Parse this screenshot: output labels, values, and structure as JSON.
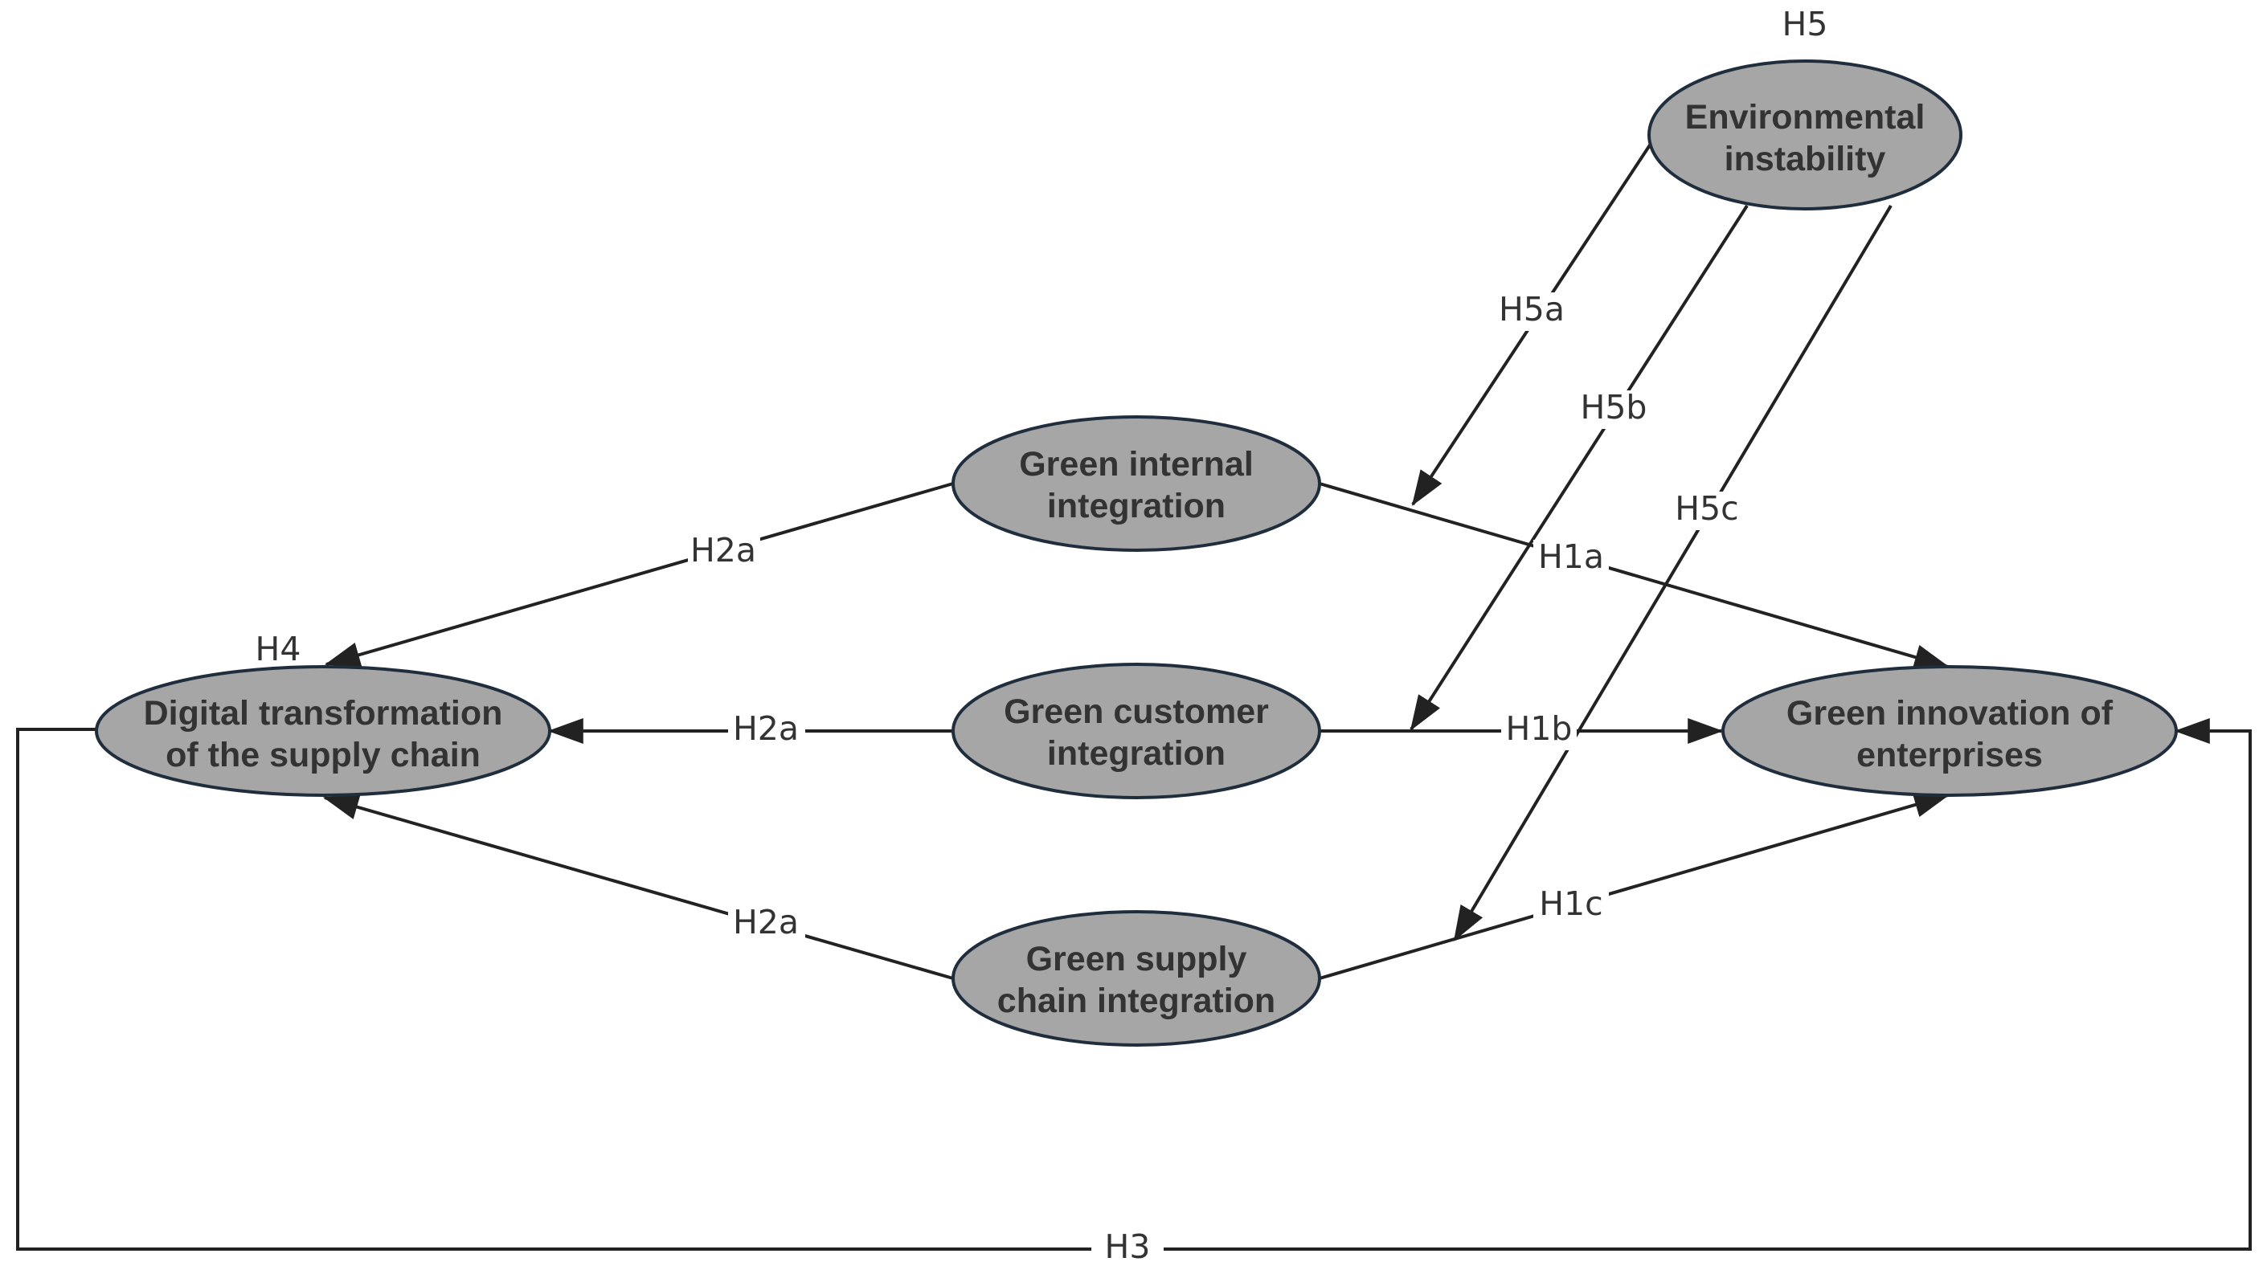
{
  "nodes": {
    "environmental": {
      "line1": "Environmental",
      "line2": "instability"
    },
    "internal": {
      "line1": "Green internal",
      "line2": "integration"
    },
    "customer": {
      "line1": "Green customer",
      "line2": "integration"
    },
    "supply": {
      "line1": "Green supply",
      "line2": "chain integration"
    },
    "digital": {
      "line1": "Digital transformation",
      "line2": "of the supply chain"
    },
    "innovation": {
      "line1": "Green innovation of",
      "line2": "enterprises"
    }
  },
  "labels": {
    "h5": "H5",
    "h4": "H4",
    "h5a": "H5a",
    "h5b": "H5b",
    "h5c": "H5c",
    "h2a_top": "H2a",
    "h2a_mid": "H2a",
    "h2a_bot": "H2a",
    "h1a": "H1a",
    "h1b": "H1b",
    "h1c": "H1c",
    "h3": "H3"
  },
  "colors": {
    "node_fill": "#a6a6a6",
    "node_stroke": "#1f2d3d",
    "edge": "#222222",
    "text": "#333333"
  }
}
